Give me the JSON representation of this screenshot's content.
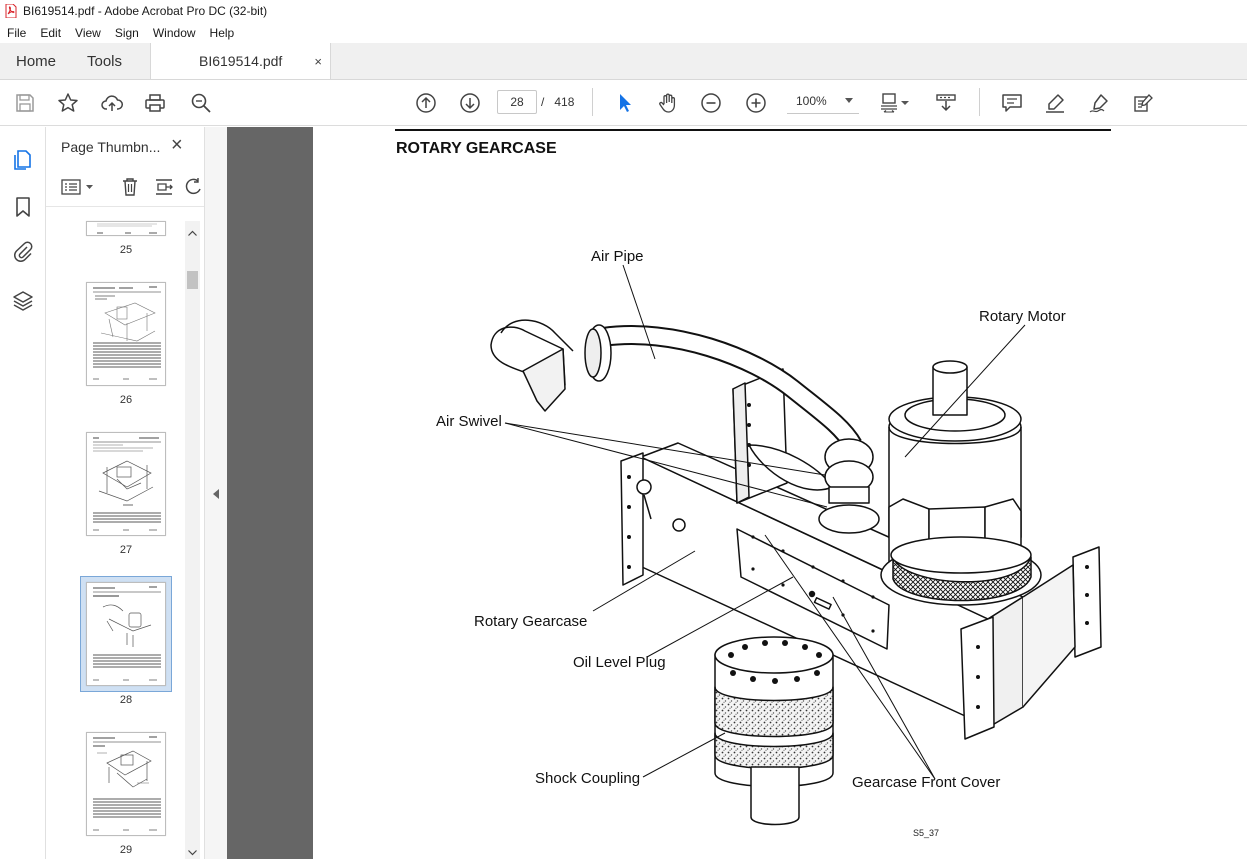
{
  "window": {
    "title": "BI619514.pdf - Adobe Acrobat Pro DC (32-bit)"
  },
  "menu": [
    "File",
    "Edit",
    "View",
    "Sign",
    "Window",
    "Help"
  ],
  "tabs": {
    "home": "Home",
    "tools": "Tools",
    "document": "BI619514.pdf",
    "close": "×"
  },
  "toolbar": {
    "current_page": "28",
    "page_separator": "/",
    "total_pages": "418",
    "zoom": "100%"
  },
  "thumbnails_panel": {
    "title": "Page Thumbn...",
    "close": "×",
    "pages": [
      {
        "label": "25"
      },
      {
        "label": "26"
      },
      {
        "label": "27"
      },
      {
        "label": "28",
        "selected": true
      },
      {
        "label": "29"
      }
    ]
  },
  "document": {
    "heading": "ROTARY GEARCASE",
    "callouts": {
      "air_pipe": "Air Pipe",
      "rotary_motor": "Rotary Motor",
      "air_swivel": "Air Swivel",
      "rotary_gearcase": "Rotary Gearcase",
      "oil_level_plug": "Oil Level Plug",
      "shock_coupling": "Shock Coupling",
      "gearcase_front_cover": "Gearcase Front Cover"
    },
    "figure_id": "S5_37"
  },
  "colors": {
    "accent": "#1473e6",
    "viewer_bg": "#666666",
    "selection": "#cfe0f3",
    "pdf_icon": "#d8232a"
  }
}
